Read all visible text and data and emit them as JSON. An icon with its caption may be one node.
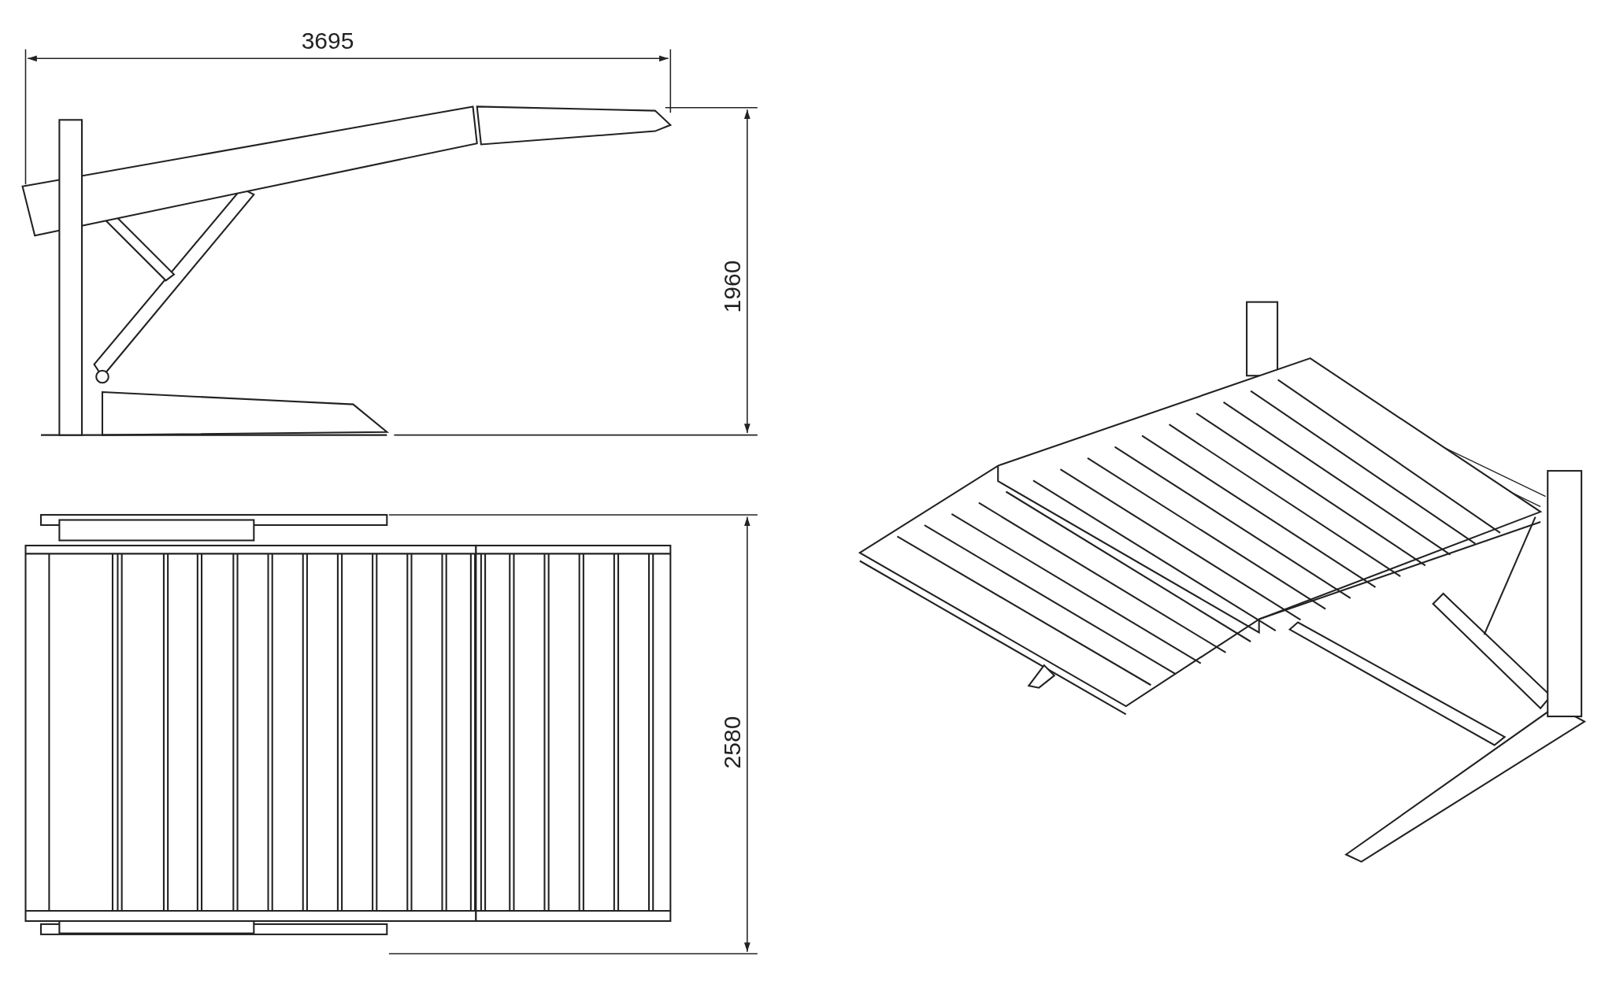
{
  "diagram": {
    "labels": [
      "3695",
      "1960",
      "2580"
    ]
  }
}
